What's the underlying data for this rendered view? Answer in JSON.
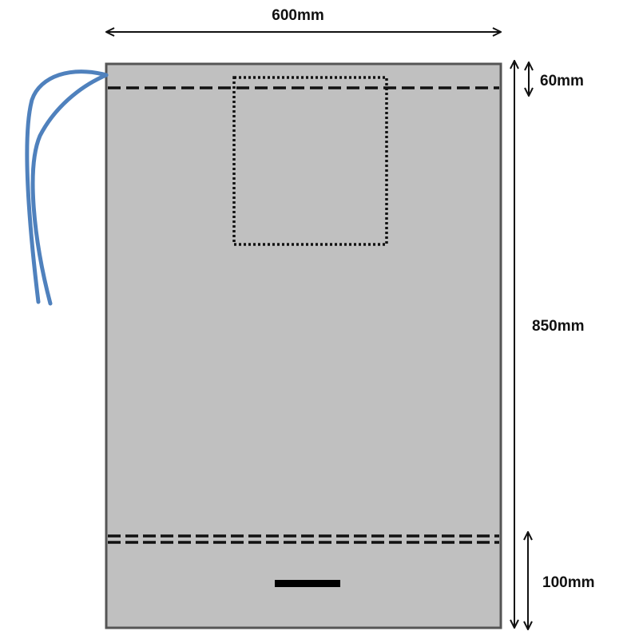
{
  "dimensions": {
    "width_label": "600mm",
    "height_label": "850mm",
    "top_hem_label": "60mm",
    "bottom_hem_label": "100mm"
  },
  "colors": {
    "bag_fill": "#c0c0c0",
    "bag_border": "#555555",
    "drawstring": "#4f81bd",
    "stitch": "#111111",
    "dimension_line": "#111111"
  }
}
